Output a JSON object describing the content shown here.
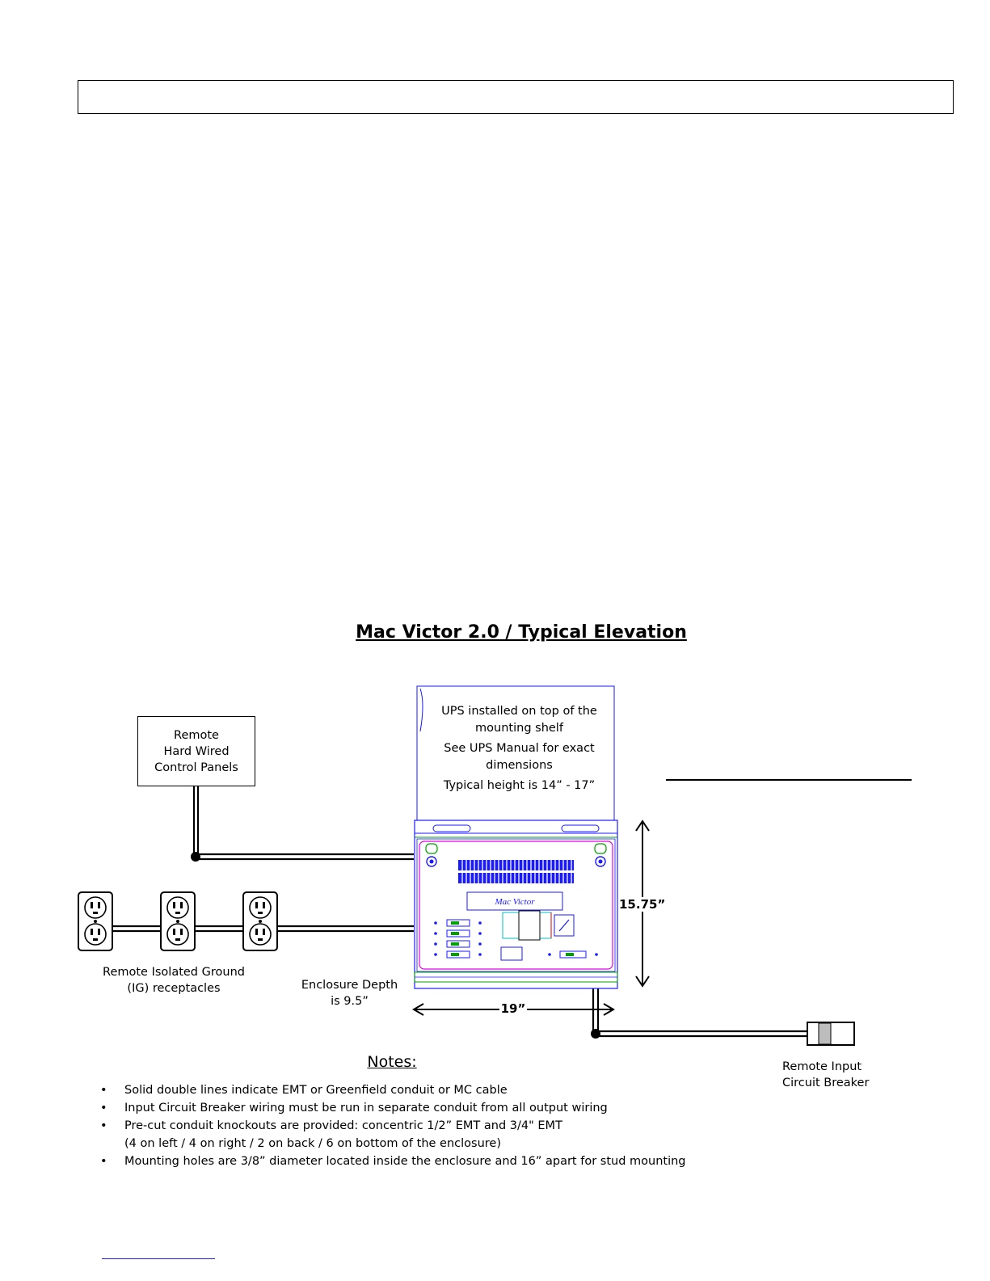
{
  "title": "Mac Victor 2.0 / Typical Elevation",
  "control_panel": {
    "lines": [
      "Remote",
      "Hard Wired",
      "Control Panels"
    ]
  },
  "ups_note": {
    "line1": "UPS installed on top of the",
    "line2": "mounting shelf",
    "line3": "See UPS Manual for exact",
    "line4": "dimensions",
    "line5": "Typical height is 14” - 17”"
  },
  "receptacles_label": {
    "line1": "Remote Isolated Ground",
    "line2": "(IG) receptacles"
  },
  "enclosure_depth": {
    "line1": "Enclosure Depth",
    "line2": "is 9.5”"
  },
  "dimensions": {
    "height": "15.75”",
    "width": "19”"
  },
  "breaker_label": {
    "line1": "Remote Input",
    "line2": "Circuit Breaker"
  },
  "nameplate": {
    "brand": "Mac Victor"
  },
  "notes": {
    "title": "Notes:",
    "items": [
      "Solid double lines indicate EMT or Greenfield conduit or MC cable",
      "Input Circuit Breaker wiring must be run in separate conduit from all output wiring",
      "Pre-cut conduit knockouts are provided:  concentric 1/2” EMT and 3/4\" EMT",
      "(4 on left / 4 on right / 2 on back / 6 on bottom of the enclosure)",
      "Mounting holes are 3/8” diameter located inside the enclosure and 16” apart for stud mounting"
    ]
  },
  "colors": {
    "outline_blue": "#1a1aff",
    "magenta": "#e000e0",
    "green": "#00a000",
    "cyan": "#00c0c0",
    "red": "#e00000"
  }
}
